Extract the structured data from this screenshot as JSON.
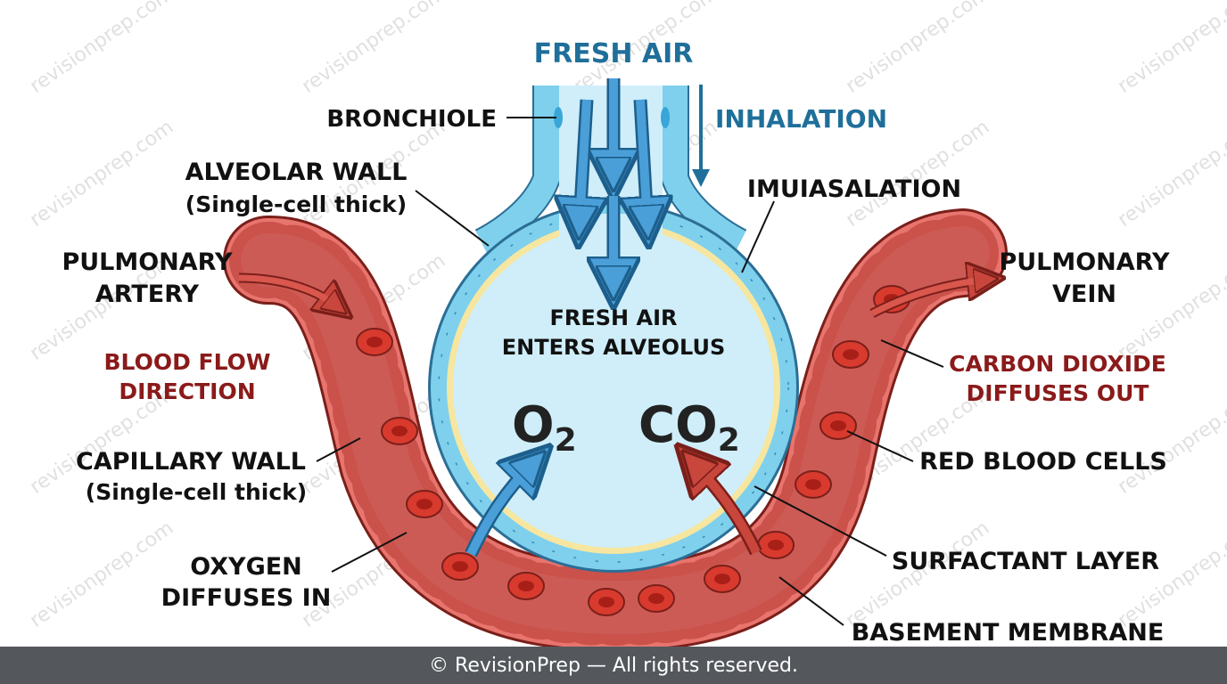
{
  "watermark": "revisionprep.com",
  "labels": {
    "fresh_air": "FRESH AIR",
    "bronchiole": "BRONCHIOLE",
    "inhalation": "INHALATION",
    "alveolar_wall": "ALVEOLAR WALL",
    "alveolar_wall_sub": "(Single-cell thick)",
    "imuiasalation": "IMUIASALATION",
    "pulmonary_artery_1": "PULMONARY",
    "pulmonary_artery_2": "ARTERY",
    "pulmonary_vein_1": "PULMONARY",
    "pulmonary_vein_2": "VEIN",
    "blood_flow_1": "BLOOD FLOW",
    "blood_flow_2": "DIRECTION",
    "co2_out_1": "CARBON DIOXIDE",
    "co2_out_2": "DIFFUSES OUT",
    "capillary_wall": "CAPILLARY WALL",
    "capillary_wall_sub": "(Single-cell thick)",
    "red_blood_cells": "RED BLOOD CELLS",
    "oxygen_in_1": "OXYGEN",
    "oxygen_in_2": "DIFFUSES IN",
    "surfactant": "SURFACTANT LAYER",
    "basement": "BASEMENT MEMBRANE",
    "center_1": "FRESH AIR",
    "center_2": "ENTERS ALVEOLUS",
    "o2_main": "O",
    "o2_sub": "2",
    "co2_main": "CO",
    "co2_sub": "2"
  },
  "colors": {
    "air_blue": "#1f6f9a",
    "blood_red": "#8b1a1a",
    "alveolus_fill": "#cfeefa",
    "alveolus_wall": "#7fd0ec",
    "surfactant": "#f6e6a0",
    "vessel_fill": "#e8746e",
    "vessel_dark": "#b83a34",
    "rbc": "#d93a2e",
    "arrow_blue": "#4a9fd8",
    "arrow_red": "#c0392b"
  },
  "footer": "© RevisionPrep — All rights reserved."
}
